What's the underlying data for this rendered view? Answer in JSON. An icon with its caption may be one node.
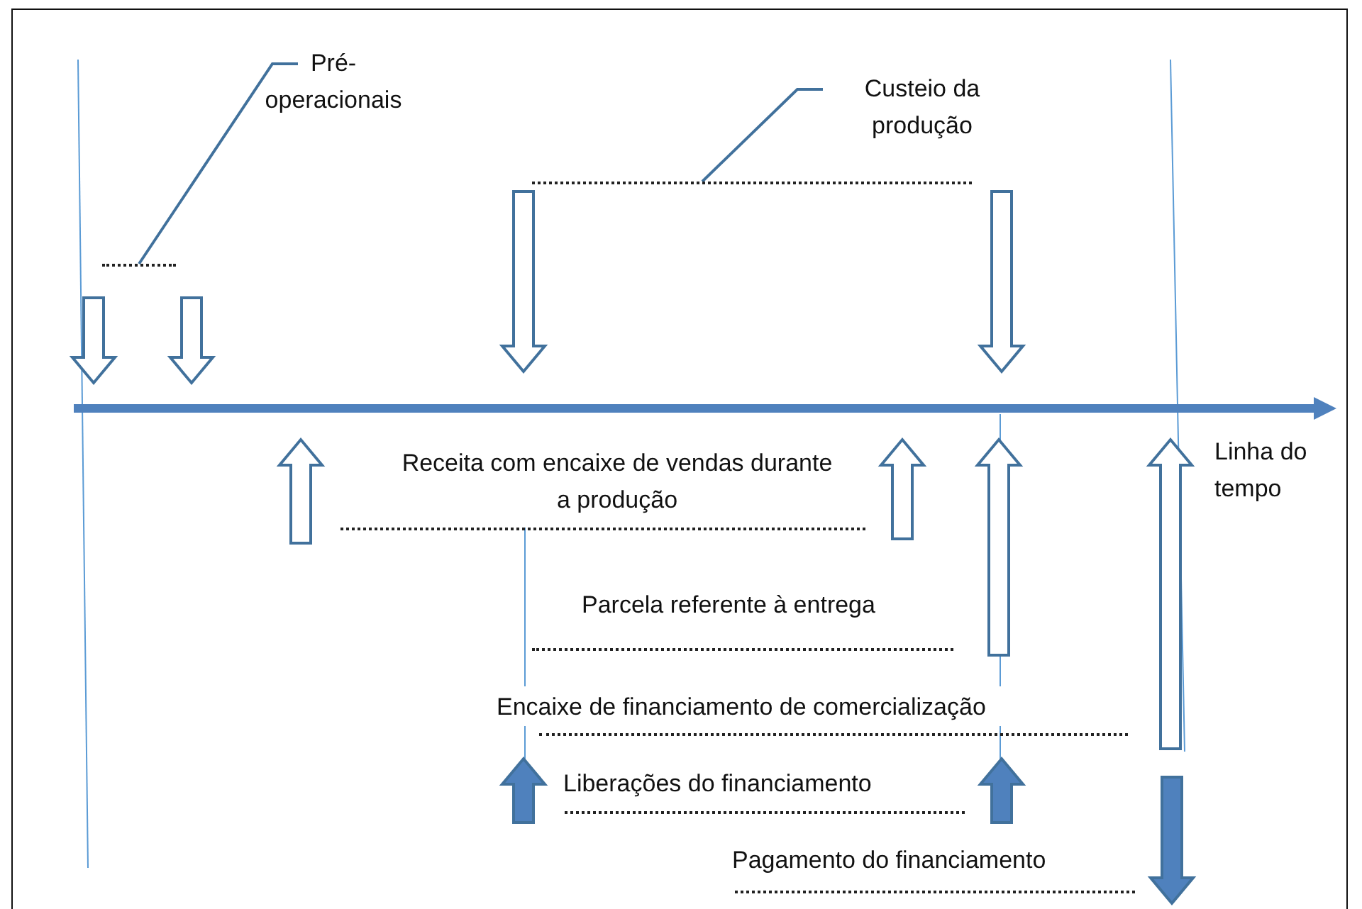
{
  "diagram": {
    "nodes": [
      {
        "text": [
          "Pré- operacionais"
        ]
      },
      {
        "text": [],
        "shape": "line"
      },
      {
        "text": [
          "Custeio da produção"
        ]
      },
      {
        "text": [],
        "shape": "line"
      }
    ],
    "edges": [
      {
        "from": 0,
        "to": 1,
        "arrow": "none"
      },
      {
        "from": 2,
        "to": 3,
        "arrow": "none"
      }
    ],
    "labels": [
      "Receita com encaixe de vendas durante a produção",
      "Linha do tempo",
      "Parcela referente à entrega",
      "Encaixe de financiamento de comercialização",
      "Liberações do financiamento",
      "Pagamento do financiamento"
    ]
  }
}
